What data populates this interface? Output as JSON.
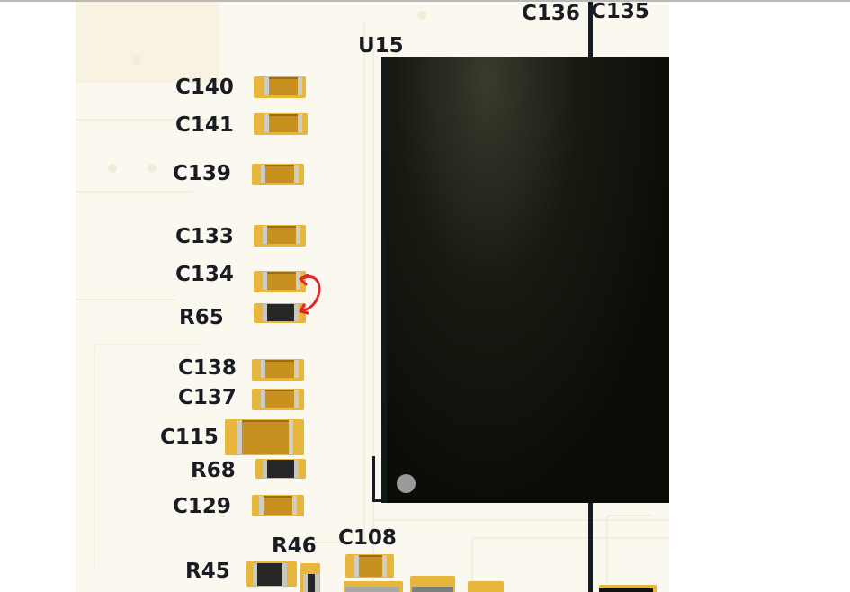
{
  "view": {
    "description": "PCB layout zoomed view",
    "colors": {
      "board": "#faf8ef",
      "silkscreen_text": "#1a1c24",
      "pad": "#e6b63d",
      "capacitor_body": "#c8901e",
      "resistor_body": "#262626",
      "ic_body": "#0b0e07",
      "annotation_arrow": "#e0262b"
    }
  },
  "ic": {
    "ref": "U15",
    "pin1_marker": "circle"
  },
  "top_labels": {
    "left": "C136",
    "right": "C135"
  },
  "components": [
    {
      "ref": "C140",
      "type": "capacitor"
    },
    {
      "ref": "C141",
      "type": "capacitor"
    },
    {
      "ref": "C139",
      "type": "capacitor"
    },
    {
      "ref": "C133",
      "type": "capacitor"
    },
    {
      "ref": "C134",
      "type": "capacitor"
    },
    {
      "ref": "R65",
      "type": "resistor"
    },
    {
      "ref": "C138",
      "type": "capacitor"
    },
    {
      "ref": "C137",
      "type": "capacitor"
    },
    {
      "ref": "C115",
      "type": "capacitor"
    },
    {
      "ref": "R68",
      "type": "resistor"
    },
    {
      "ref": "C129",
      "type": "capacitor"
    },
    {
      "ref": "R46",
      "type": "resistor"
    },
    {
      "ref": "R45",
      "type": "resistor"
    },
    {
      "ref": "C108",
      "type": "capacitor"
    }
  ],
  "annotation": {
    "type": "swap-arrow",
    "between": [
      "C134",
      "R65"
    ],
    "icon": "curved-double-arrow-icon"
  }
}
